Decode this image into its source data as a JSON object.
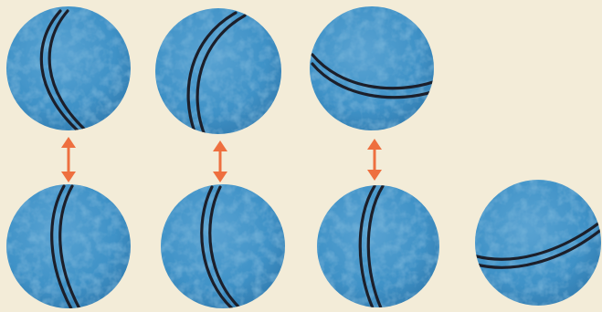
{
  "colors": {
    "paper": "#f3ecd8",
    "ball_fill": "#3f92c7",
    "ball_light": "#74b4dc",
    "ball_dark": "#2d7cb0",
    "stripe": "#1c1f2a",
    "arrow": "#ee6f3f"
  },
  "balls": [
    {
      "id": "ball-top-1",
      "row": "top",
      "column": 1,
      "stripe_orientation": "vertical"
    },
    {
      "id": "ball-top-2",
      "row": "top",
      "column": 2,
      "stripe_orientation": "vertical"
    },
    {
      "id": "ball-top-3",
      "row": "top",
      "column": 3,
      "stripe_orientation": "horizontal"
    },
    {
      "id": "ball-bottom-1",
      "row": "bottom",
      "column": 1,
      "stripe_orientation": "vertical"
    },
    {
      "id": "ball-bottom-2",
      "row": "bottom",
      "column": 2,
      "stripe_orientation": "vertical"
    },
    {
      "id": "ball-bottom-3",
      "row": "bottom",
      "column": 3,
      "stripe_orientation": "vertical"
    },
    {
      "id": "ball-bottom-4",
      "row": "bottom",
      "column": 4,
      "stripe_orientation": "horizontal"
    }
  ],
  "arrows": [
    {
      "id": "arrow-1",
      "connects": [
        "ball-top-1",
        "ball-bottom-1"
      ],
      "icon": "double-arrow-vertical"
    },
    {
      "id": "arrow-2",
      "connects": [
        "ball-top-2",
        "ball-bottom-2"
      ],
      "icon": "double-arrow-vertical"
    },
    {
      "id": "arrow-3",
      "connects": [
        "ball-top-3",
        "ball-bottom-3"
      ],
      "icon": "double-arrow-vertical"
    }
  ]
}
